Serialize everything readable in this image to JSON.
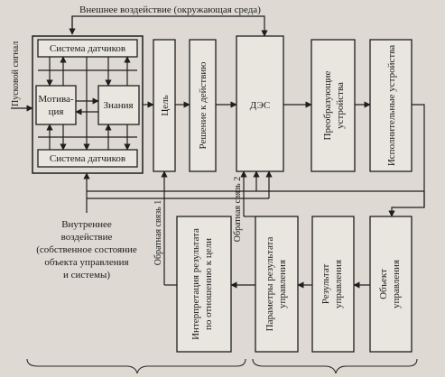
{
  "top_label": "Внешнее воздействие (окружающая среда)",
  "start_signal": "Пусковой сигнал",
  "sensors_top": "Система датчиков",
  "sensors_bottom": "Система датчиков",
  "motivation_line1": "Мотива-",
  "motivation_line2": "ция",
  "knowledge": "Знания",
  "goal": "Цель",
  "decision": "Решение к действию",
  "des": "ДЭС",
  "transforming_line1": "Преобразующие",
  "transforming_line2": "устройства",
  "executive": "Исполнительные устройства",
  "feedback1": "Обратная связь 1",
  "feedback2": "Обратная связь 2",
  "interpretation_line1": "Интерпретация результата",
  "interpretation_line2": "по отношению к цели",
  "control_params_line1": "Параметры результата",
  "control_params_line2": "управления",
  "control_result_line1": "Результат",
  "control_result_line2": "управления",
  "control_object_line1": "Объект",
  "control_object_line2": "управления",
  "internal_influence": [
    "Внутреннее",
    "воздействие",
    "(собственное состояние",
    "объекта управления",
    "и системы)"
  ]
}
